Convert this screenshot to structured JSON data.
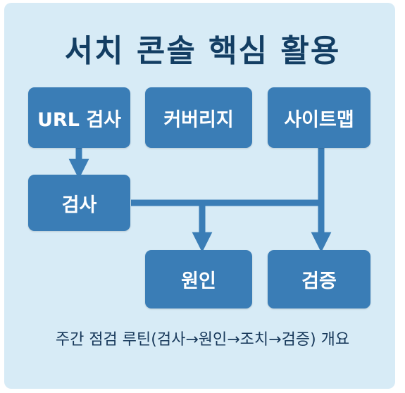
{
  "title": "서치 콘솔 핵심 활용",
  "nodes": {
    "url_inspect": "URL 검사",
    "coverage": "커버리지",
    "sitemap": "사이트맵",
    "inspect": "검사",
    "cause": "원인",
    "verify": "검증"
  },
  "caption": "주간 점검 루틴(검사→원인→조치→검증) 개요",
  "colors": {
    "background": "#d7ebf6",
    "box": "#3a7db6",
    "title": "#133e63",
    "connector": "#3a7db6"
  }
}
